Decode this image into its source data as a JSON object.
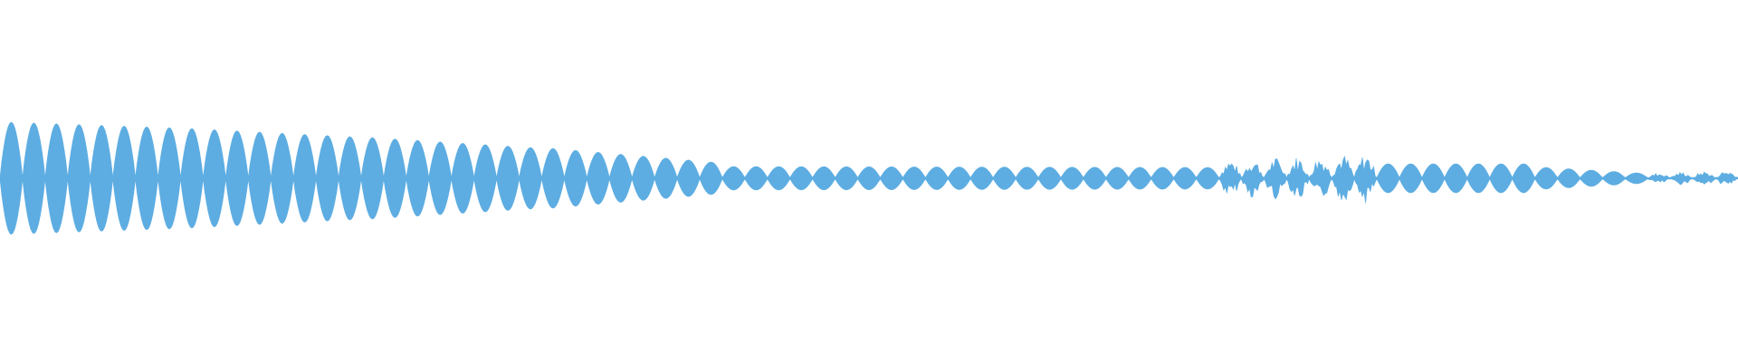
{
  "waveform": {
    "color": "#5dade2",
    "background": "#ffffff",
    "segments": [
      {
        "kind": "tone",
        "pulses": 8,
        "amp_start": 0.62,
        "amp_end": 0.56
      },
      {
        "kind": "tone",
        "pulses": 8,
        "amp_start": 0.55,
        "amp_end": 0.46
      },
      {
        "kind": "tone",
        "pulses": 8,
        "amp_start": 0.45,
        "amp_end": 0.34
      },
      {
        "kind": "tone",
        "pulses": 8,
        "amp_start": 0.33,
        "amp_end": 0.18
      },
      {
        "kind": "tone",
        "pulses": 22,
        "amp_start": 0.13,
        "amp_end": 0.12
      },
      {
        "kind": "noise",
        "pulses": 7,
        "amp_start": 0.17,
        "amp_end": 0.22
      },
      {
        "kind": "tone",
        "pulses": 7,
        "amp_start": 0.16,
        "amp_end": 0.16
      },
      {
        "kind": "tone",
        "pulses": 5,
        "amp_start": 0.12,
        "amp_end": 0.06
      },
      {
        "kind": "noise",
        "pulses": 4,
        "amp_start": 0.05,
        "amp_end": 0.07
      }
    ]
  }
}
